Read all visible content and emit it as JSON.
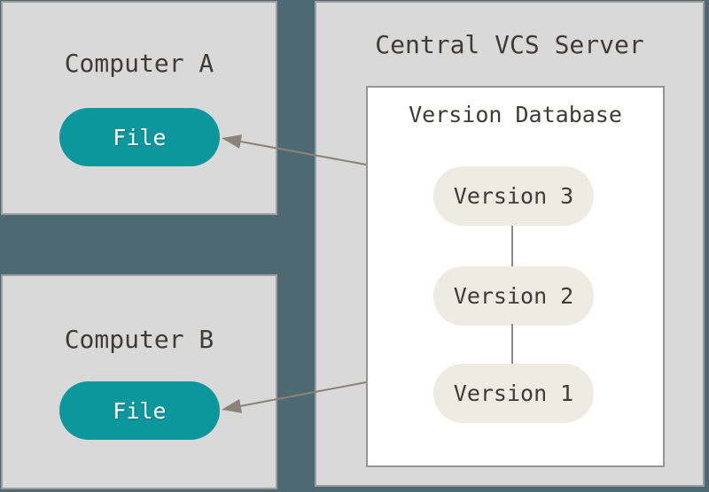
{
  "colors": {
    "background": "#4d6a73",
    "box-fill": "#d9d9d9",
    "box-border": "#9d9d9d",
    "white-fill": "#ffffff",
    "white-border": "#959595",
    "teal-pill": "#0c979d",
    "pill-text": "#ffffff",
    "version-pill-fill": "#eeece2",
    "text-dark": "#3f3b35",
    "arrow": "#8b8278",
    "connector": "#8a8a8a"
  },
  "boxes": {
    "computer_a": {
      "title": "Computer A",
      "file_label": "File"
    },
    "computer_b": {
      "title": "Computer B",
      "file_label": "File"
    }
  },
  "server": {
    "title": "Central VCS Server",
    "database": {
      "title": "Version Database",
      "versions": [
        {
          "label": "Version 3"
        },
        {
          "label": "Version 2"
        },
        {
          "label": "Version 1"
        }
      ]
    }
  }
}
